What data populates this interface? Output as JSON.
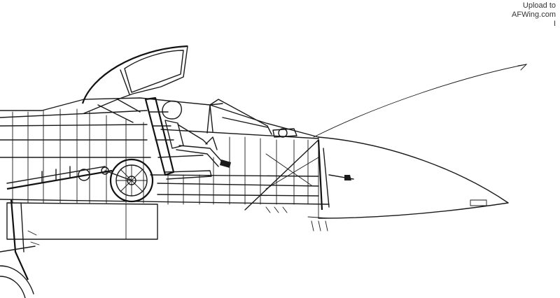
{
  "watermark": {
    "line1": "Upload to",
    "line2": "AFWing.com",
    "line3": "I"
  }
}
